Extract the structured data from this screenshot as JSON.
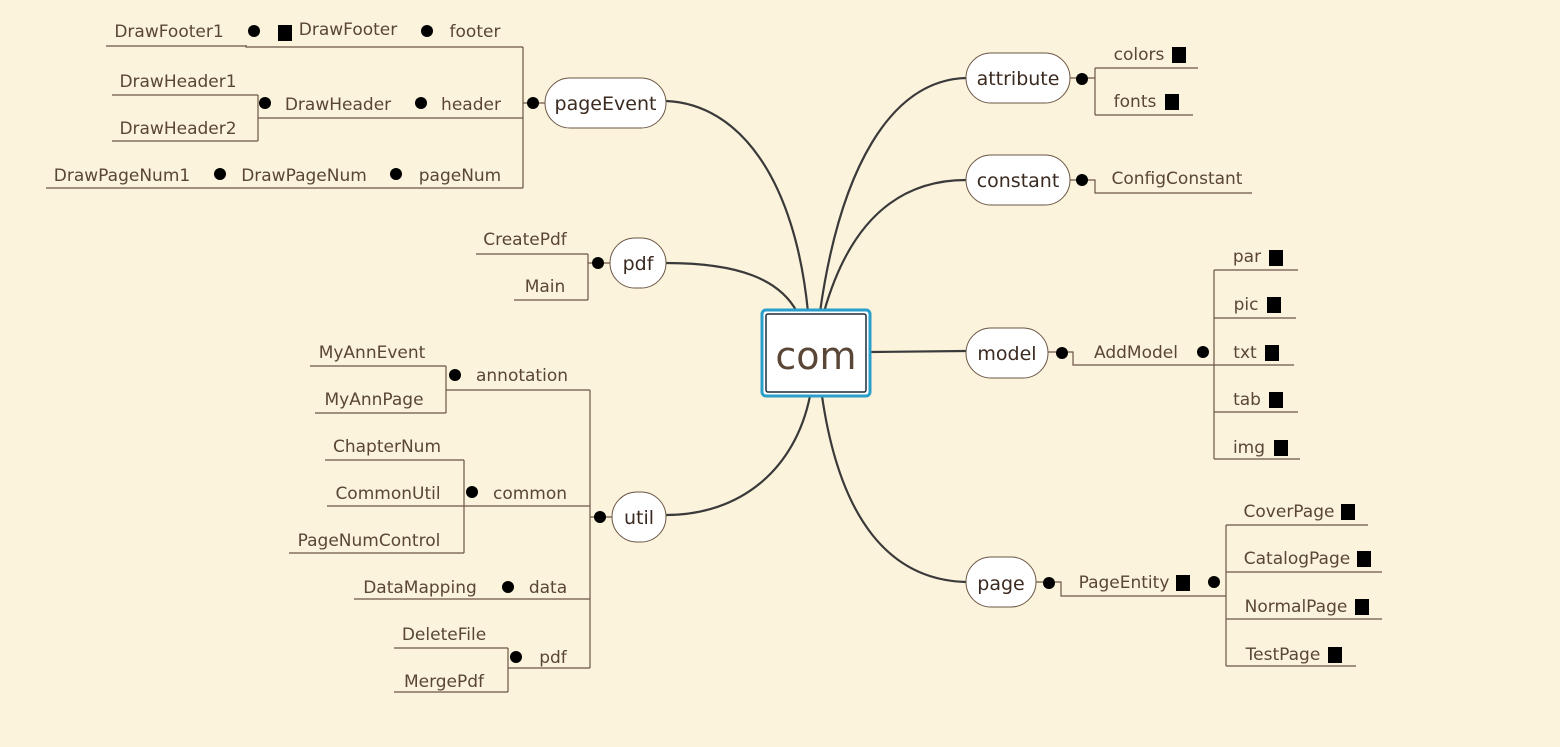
{
  "root": {
    "label": "com"
  },
  "branches": {
    "pageEvent": "pageEvent",
    "pdf": "pdf",
    "util": "util",
    "attribute": "attribute",
    "constant": "constant",
    "model": "model",
    "page": "page"
  },
  "pageEvent": {
    "footer": "footer",
    "drawFooter": "DrawFooter",
    "drawFooter1": "DrawFooter1",
    "header": "header",
    "drawHeader": "DrawHeader",
    "drawHeader1": "DrawHeader1",
    "drawHeader2": "DrawHeader2",
    "pageNum": "pageNum",
    "drawPageNum": "DrawPageNum",
    "drawPageNum1": "DrawPageNum1"
  },
  "pdf": {
    "createPdf": "CreatePdf",
    "main": "Main"
  },
  "util": {
    "annotation": "annotation",
    "myAnnEvent": "MyAnnEvent",
    "myAnnPage": "MyAnnPage",
    "common": "common",
    "chapterNum": "ChapterNum",
    "commonUtil": "CommonUtil",
    "pageNumControl": "PageNumControl",
    "data": "data",
    "dataMapping": "DataMapping",
    "pdf": "pdf",
    "deleteFile": "DeleteFile",
    "mergePdf": "MergePdf"
  },
  "attribute": {
    "colors": "colors",
    "fonts": "fonts"
  },
  "constant": {
    "configConstant": "ConfigConstant"
  },
  "model": {
    "addModel": "AddModel",
    "par": "par",
    "pic": "pic",
    "txt": "txt",
    "tab": "tab",
    "img": "img"
  },
  "page": {
    "pageEntity": "PageEntity",
    "coverPage": "CoverPage",
    "catalogPage": "CatalogPage",
    "normalPage": "NormalPage",
    "testPage": "TestPage"
  }
}
